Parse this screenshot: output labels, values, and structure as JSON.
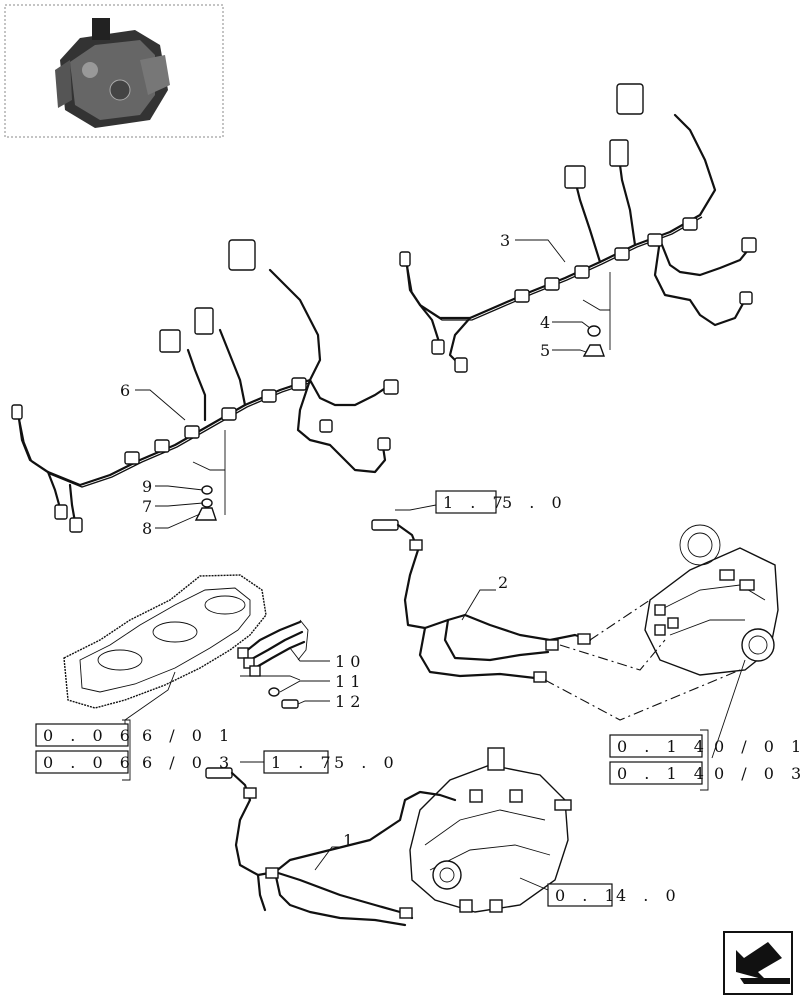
{
  "callouts": {
    "c1": "1",
    "c2": "2",
    "c3": "3",
    "c4": "4",
    "c5": "5",
    "c6": "6",
    "c7": "7",
    "c8": "8",
    "c9": "9",
    "c10": "1 0",
    "c11": "1 1",
    "c12": "1 2"
  },
  "refs": {
    "r175_top": {
      "boxed": "1 . 7",
      "rest": "5 . 0"
    },
    "r175_bot": {
      "boxed": "1 . 7",
      "rest": "5 . 0"
    },
    "r006_a": {
      "boxed": "0 . 0 6",
      "rest": "6 / 0 1"
    },
    "r006_b": {
      "boxed": "0 . 0 6",
      "rest": "6 / 0 3"
    },
    "r014_a": {
      "boxed": "0 . 1 4",
      "rest": "0 / 0 1"
    },
    "r014_b": {
      "boxed": "0 . 1 4",
      "rest": "0 / 0 3"
    },
    "r0140": {
      "boxed": "0 . 1",
      "rest": "4 . 0"
    }
  },
  "icons": {
    "thumbnail": "engine-thumbnail-icon",
    "nav": "next-page-arrow-icon"
  }
}
